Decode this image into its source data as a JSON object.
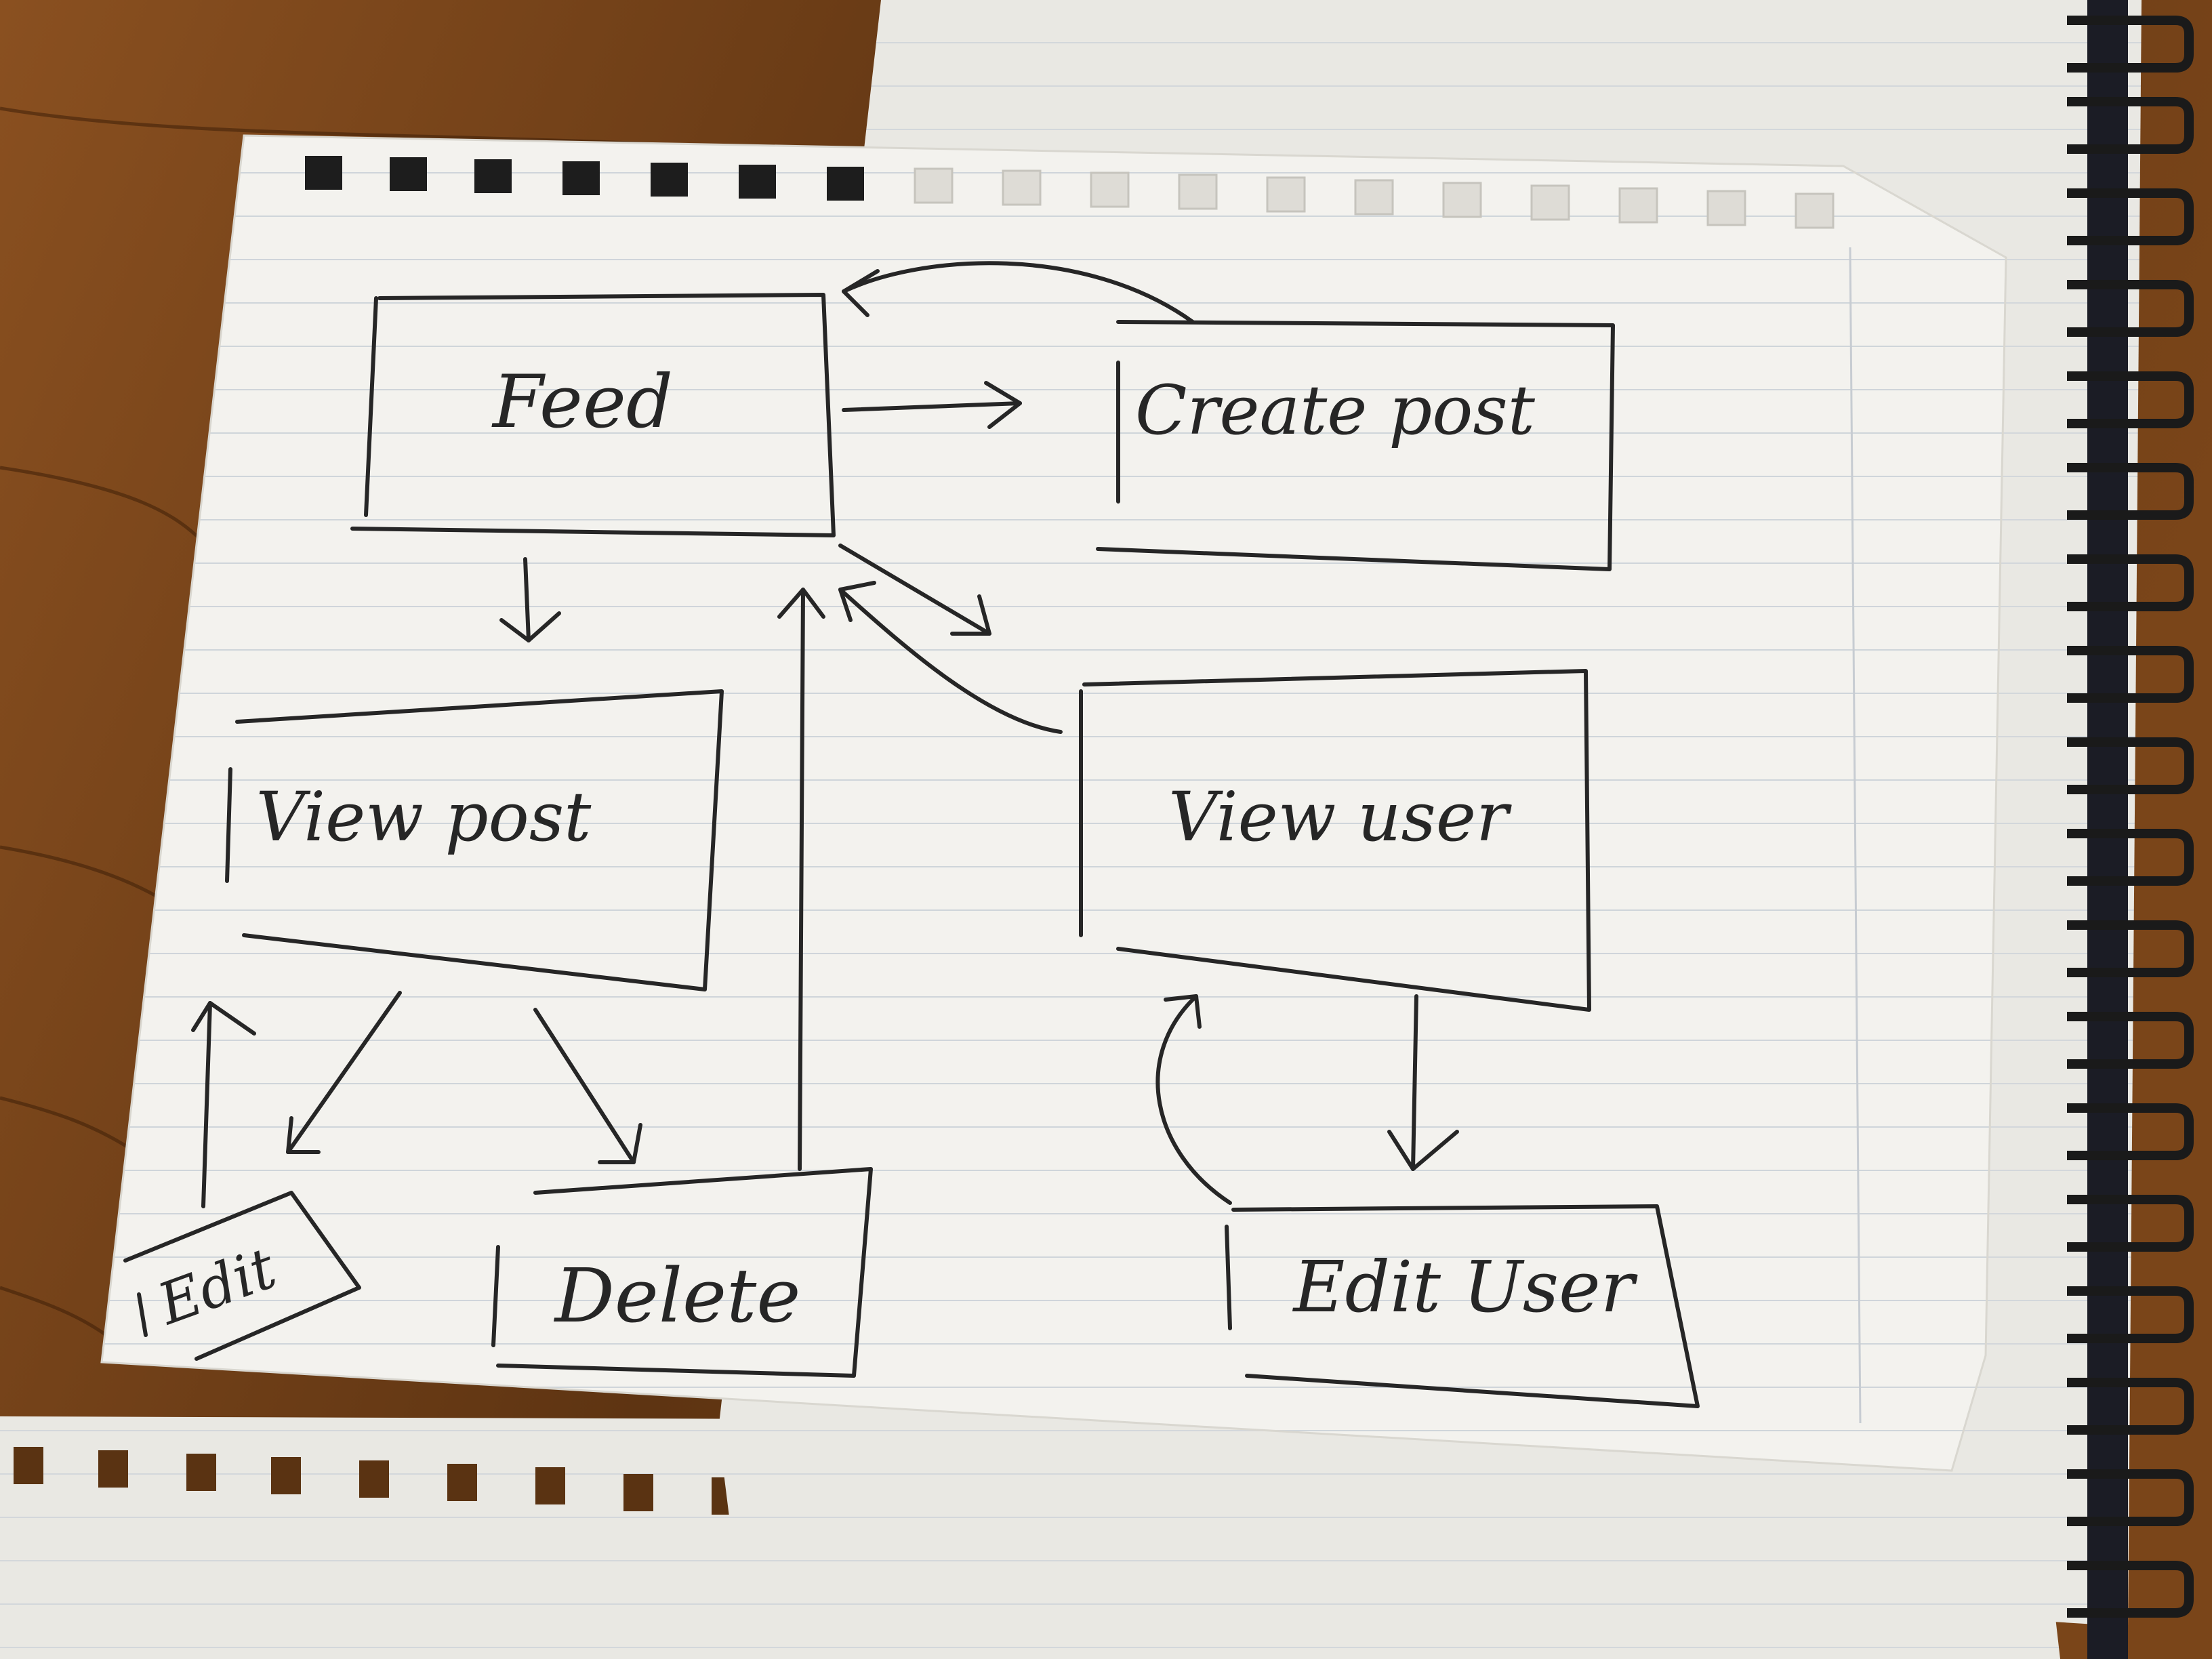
{
  "boxes": {
    "feed": "Feed",
    "create_post": "Create post",
    "view_post": "View post",
    "view_user": "View user",
    "edit": "Edit",
    "delete": "Delete",
    "edit_user": "Edit User"
  },
  "colors": {
    "ink": "#262626",
    "paper": "#f2f1ec",
    "rule_line": "#c9d0d6",
    "table_wood": "#6b3d16",
    "spiral": "#1a1a1a"
  }
}
